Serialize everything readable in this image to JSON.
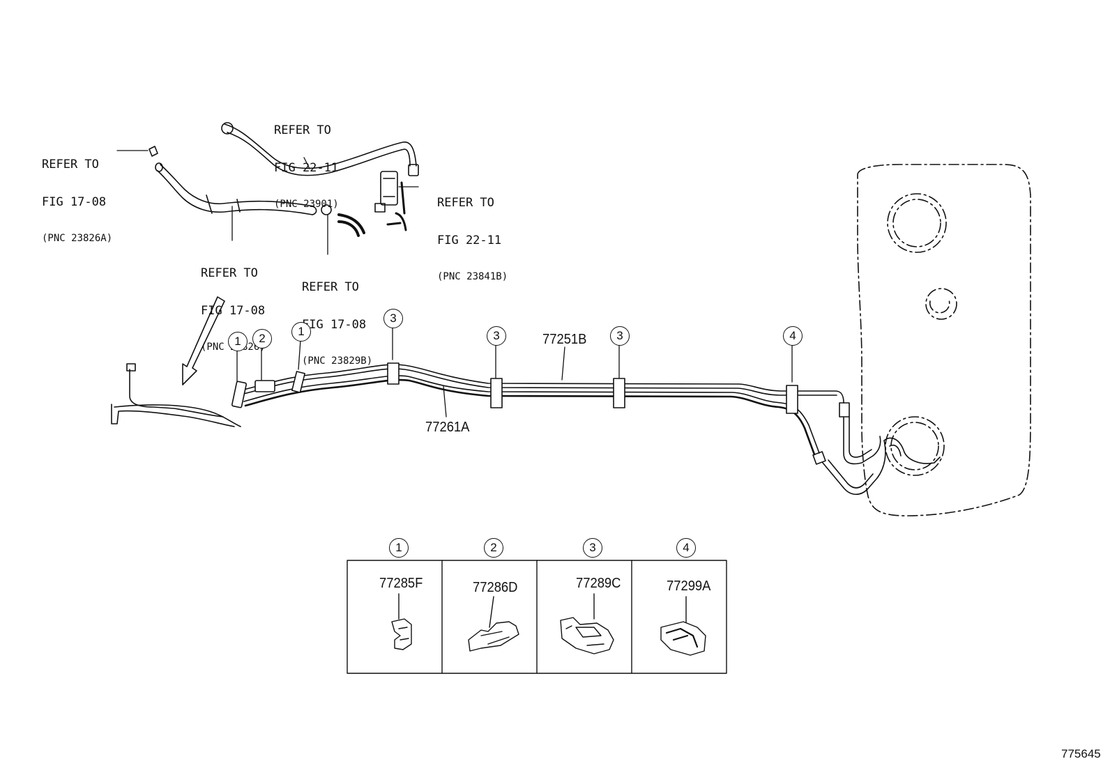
{
  "diagram_id": "775645",
  "references": [
    {
      "id": "ref_23901",
      "line1": "REFER TO",
      "line2": "FIG 22-11",
      "line3": "(PNC 23901)"
    },
    {
      "id": "ref_23826A",
      "line1": "REFER TO",
      "line2": "FIG 17-08",
      "line3": "(PNC 23826A)"
    },
    {
      "id": "ref_23841B",
      "line1": "REFER TO",
      "line2": "FIG 22-11",
      "line3": "(PNC 23841B)"
    },
    {
      "id": "ref_23826",
      "line1": "REFER TO",
      "line2": "FIG 17-08",
      "line3": "(PNC 23826)"
    },
    {
      "id": "ref_23829B",
      "line1": "REFER TO",
      "line2": "FIG 17-08",
      "line3": "(PNC 23829B)"
    }
  ],
  "part_numbers": {
    "tube_upper": "77251B",
    "tube_lower": "77261A"
  },
  "callouts": {
    "c1": "1",
    "c2": "2",
    "c3": "3",
    "c4": "4"
  },
  "legend": [
    {
      "index": "1",
      "part": "77285F"
    },
    {
      "index": "2",
      "part": "77286D"
    },
    {
      "index": "3",
      "part": "77289C"
    },
    {
      "index": "4",
      "part": "77299A"
    }
  ]
}
